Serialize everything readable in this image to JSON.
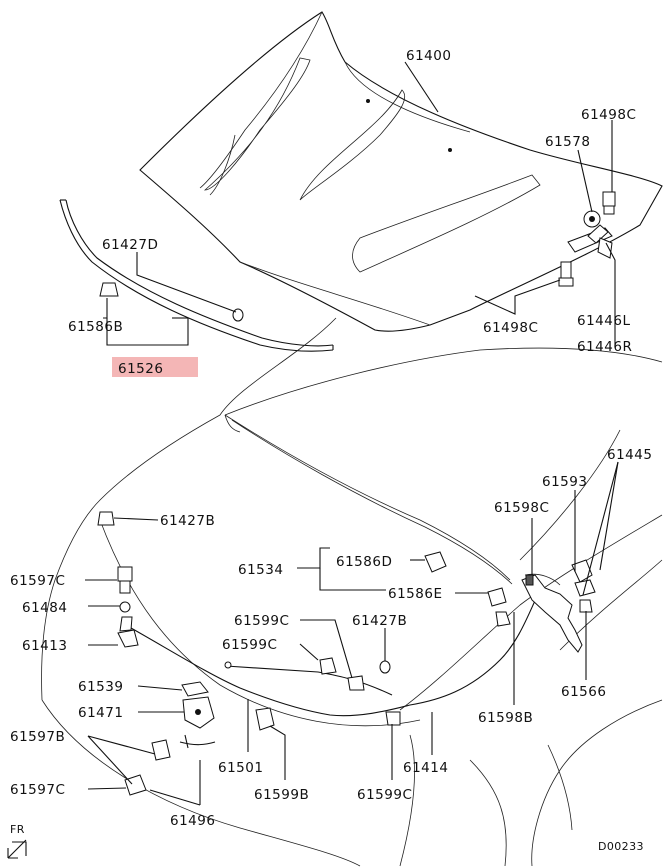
{
  "diagram_code": "D00233",
  "direction": "FR",
  "highlight_color": "#f4b6b6",
  "parts": {
    "p61400": "61400",
    "p61498c_top": "61498C",
    "p61578": "61578",
    "p61427d": "61427D",
    "p61586b": "61586B",
    "p61526": "61526",
    "p61498c_bottom": "61498C",
    "p61446l": "61446L",
    "p61446r": "61446R",
    "p61445": "61445",
    "p61593": "61593",
    "p61598c": "61598C",
    "p61427b_top": "61427B",
    "p61597c_top": "61597C",
    "p61534": "61534",
    "p61586d": "61586D",
    "p61586e": "61586E",
    "p61484": "61484",
    "p61413": "61413",
    "p61599c_a": "61599C",
    "p61599c_b": "61599C",
    "p61427b_mid": "61427B",
    "p61539": "61539",
    "p61471": "61471",
    "p61566": "61566",
    "p61598b": "61598B",
    "p61597b": "61597B",
    "p61501": "61501",
    "p61414": "61414",
    "p61597c_bottom": "61597C",
    "p61599b": "61599B",
    "p61599c_bottom": "61599C",
    "p61496": "61496"
  }
}
